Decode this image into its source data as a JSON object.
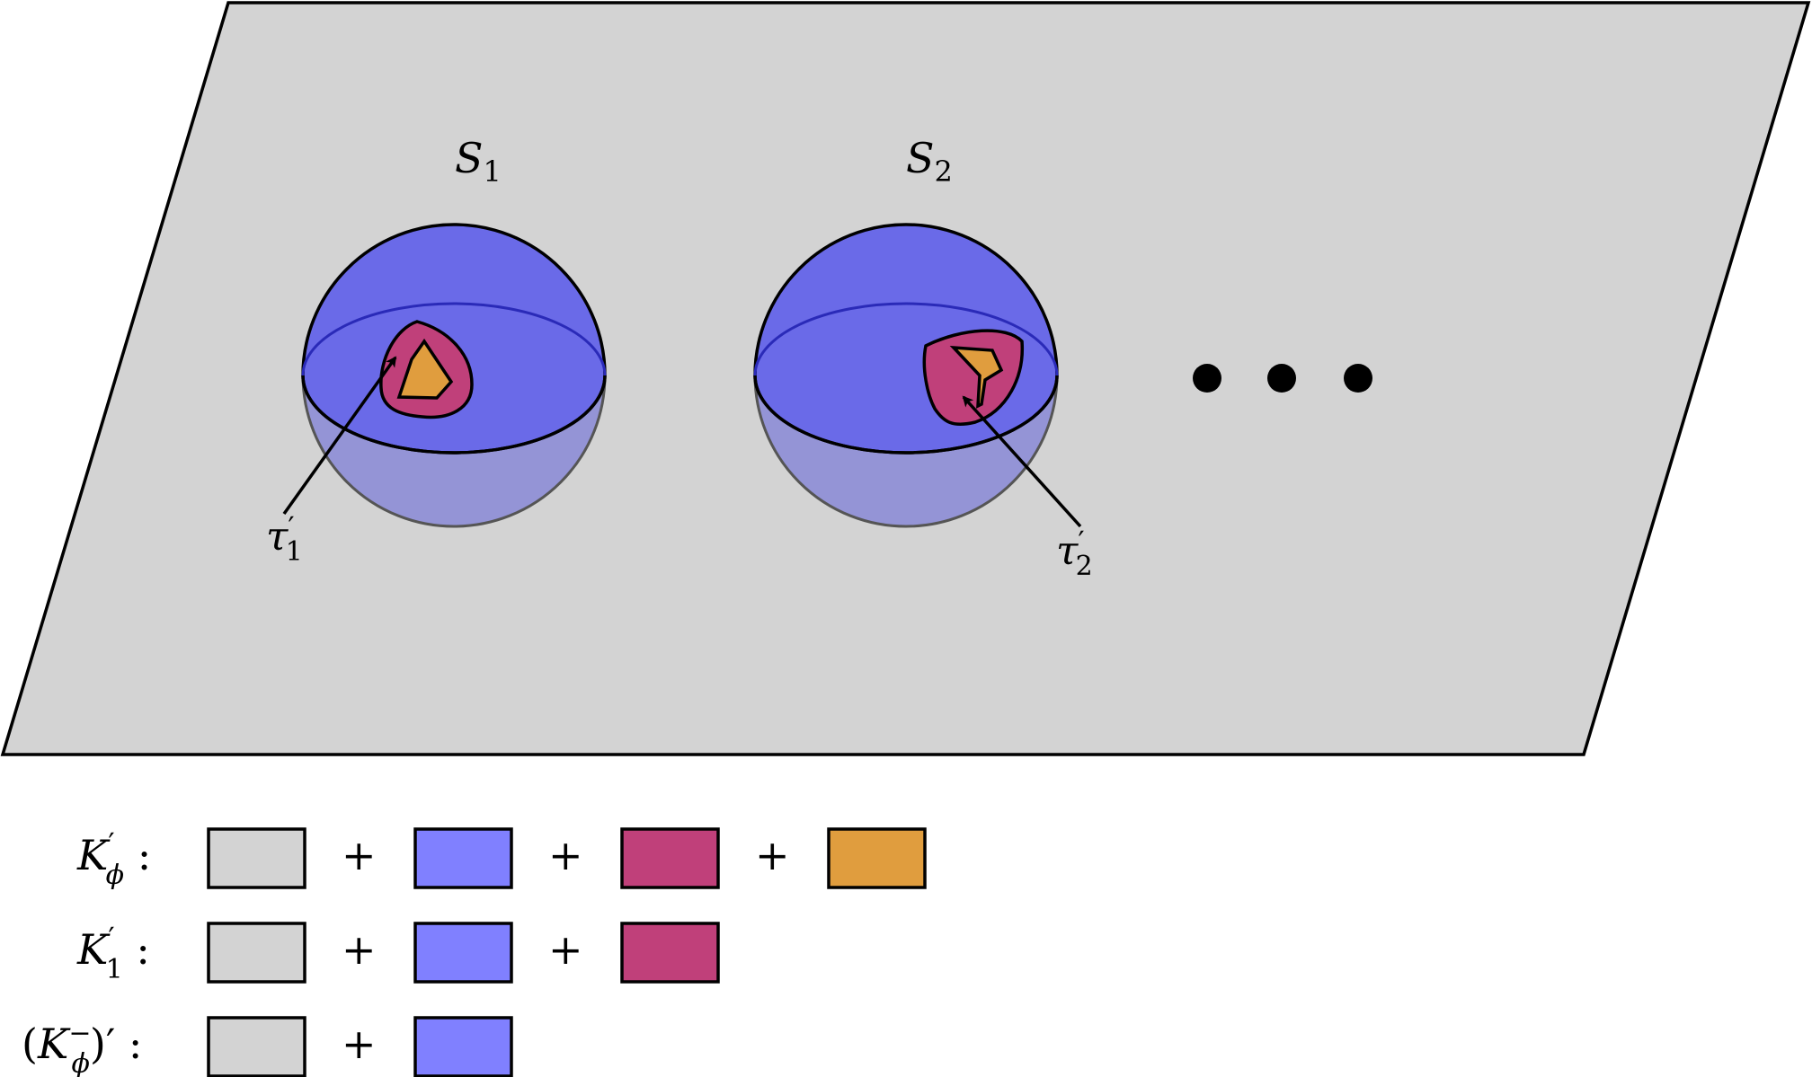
{
  "diagram": {
    "spheres": [
      {
        "label_main": "S",
        "label_sub": "1",
        "region_label_main": "τ",
        "region_label_prime": "′",
        "region_label_sub": "1"
      },
      {
        "label_main": "S",
        "label_sub": "2",
        "region_label_main": "τ",
        "region_label_prime": "′",
        "region_label_sub": "2"
      }
    ],
    "ellipsis": "• • •",
    "colors": {
      "plane": "#d3d3d3",
      "sphere_top": "#6a6ae8",
      "sphere_bottom": "#9494d6",
      "magenta": "#c0407a",
      "orange": "#e09d3e",
      "legend_gray": "#d3d3d3",
      "legend_blue": "#8080ff",
      "legend_magenta": "#c0407a",
      "legend_orange": "#e09d3e"
    }
  },
  "legend": {
    "plus": "+",
    "rows": [
      {
        "label_pre": "",
        "label_main": "K",
        "label_sup": "′",
        "label_sub": "ϕ",
        "label_post": " :",
        "swatches": [
          "legend_gray",
          "legend_blue",
          "legend_magenta",
          "legend_orange"
        ]
      },
      {
        "label_pre": "",
        "label_main": "K",
        "label_sup": "′",
        "label_sub": "1",
        "label_post": " :",
        "swatches": [
          "legend_gray",
          "legend_blue",
          "legend_magenta"
        ]
      },
      {
        "label_pre": "(",
        "label_main": "K",
        "label_sup": "−",
        "label_sub": "ϕ",
        "label_post": ")′ :",
        "swatches": [
          "legend_gray",
          "legend_blue"
        ]
      }
    ]
  }
}
